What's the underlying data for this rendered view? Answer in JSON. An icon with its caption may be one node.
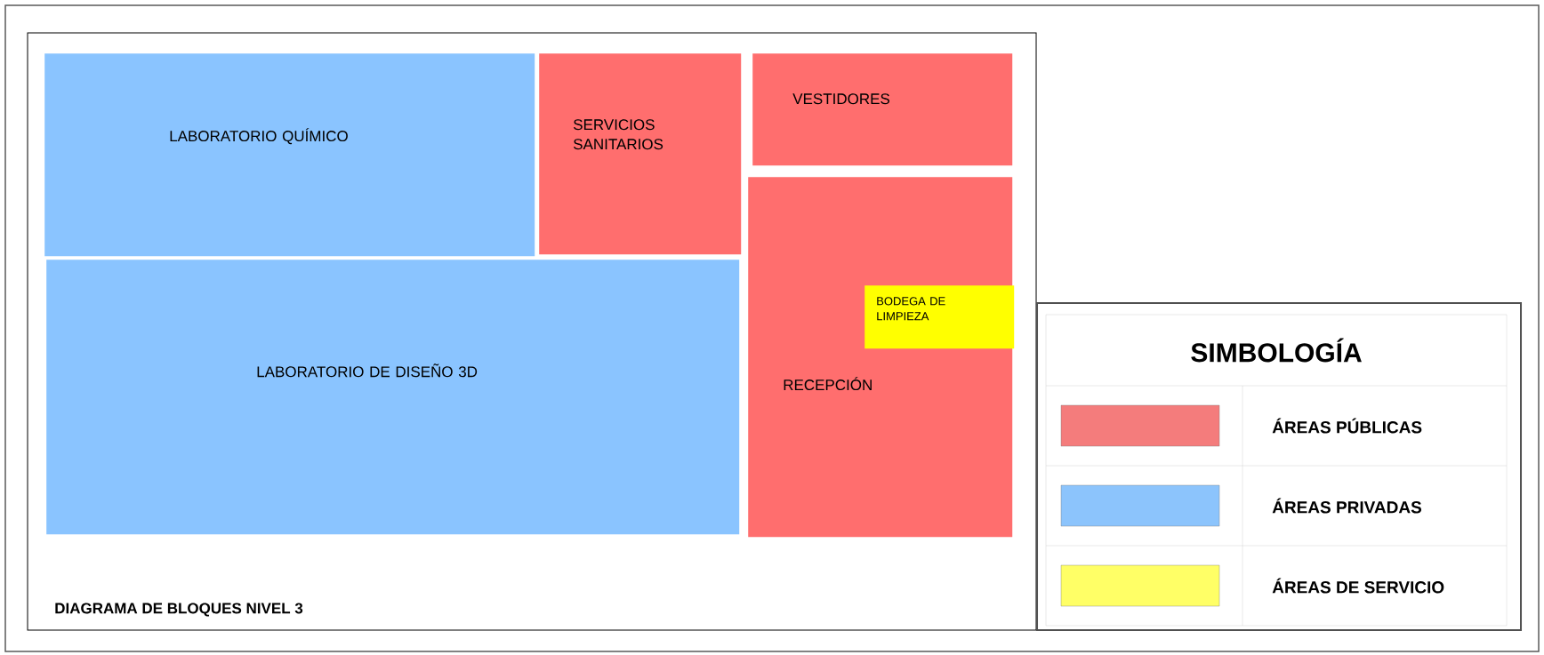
{
  "diagram": {
    "title": "DIAGRAMA DE BLOQUES NIVEL 3",
    "nodes": [
      {
        "text": [
          "LABORATORIO QUÍMICO"
        ]
      },
      {
        "text": [
          "SERVICIOS SANITARIOS"
        ]
      },
      {
        "text": [
          "VESTIDORES"
        ]
      },
      {
        "text": [
          "RECEPCIÓN"
        ]
      },
      {
        "text": [
          "BODEGA DE LIMPIEZA"
        ],
        "in": 3
      },
      {
        "text": [
          "LABORATORIO DE DISEÑO 3D"
        ]
      }
    ],
    "labels": [
      "SIMBOLOGÍA"
    ],
    "legend": [
      {
        "text": "ÁREAS PÚBLICAS",
        "color": "#f47c7c"
      },
      {
        "text": "ÁREAS PRIVADAS",
        "color": "#8cc4fc"
      },
      {
        "text": "ÁREAS DE SERVICIO",
        "color": "#ffff66"
      }
    ]
  }
}
